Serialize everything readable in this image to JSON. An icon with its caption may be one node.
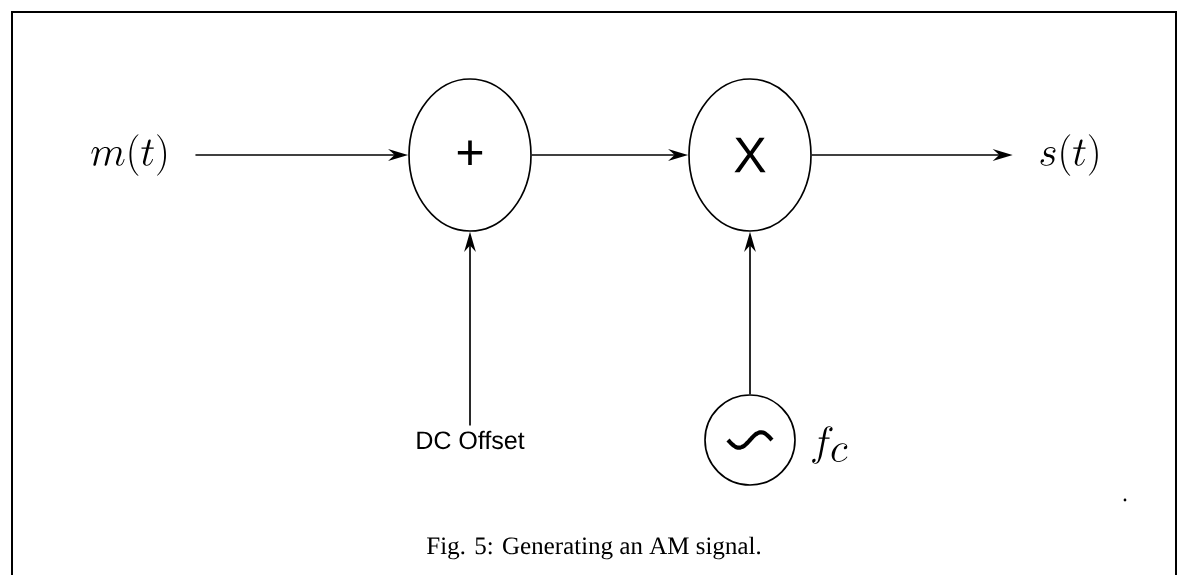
{
  "diagram": {
    "caption": "Fig. 5: Generating an AM signal.",
    "nodes": [
      {
        "text": [
          "m(t)"
        ]
      },
      {
        "text": [
          "+"
        ]
      },
      {
        "text": [
          "X"
        ]
      },
      {
        "text": [
          "s(t)"
        ]
      },
      {
        "text": [
          "DC Offset"
        ]
      },
      {
        "text": [],
        "shape": "circle",
        "beside": [
          "f_c"
        ]
      }
    ],
    "edges": [
      {
        "from": 0,
        "to": 1,
        "arrow": "to"
      },
      {
        "from": 1,
        "to": 2,
        "arrow": "to"
      },
      {
        "from": 2,
        "to": 3,
        "arrow": "to"
      },
      {
        "from": 4,
        "to": 1,
        "arrow": "to"
      },
      {
        "from": 5,
        "to": 2,
        "arrow": "to"
      }
    ],
    "labels": [
      "."
    ]
  }
}
